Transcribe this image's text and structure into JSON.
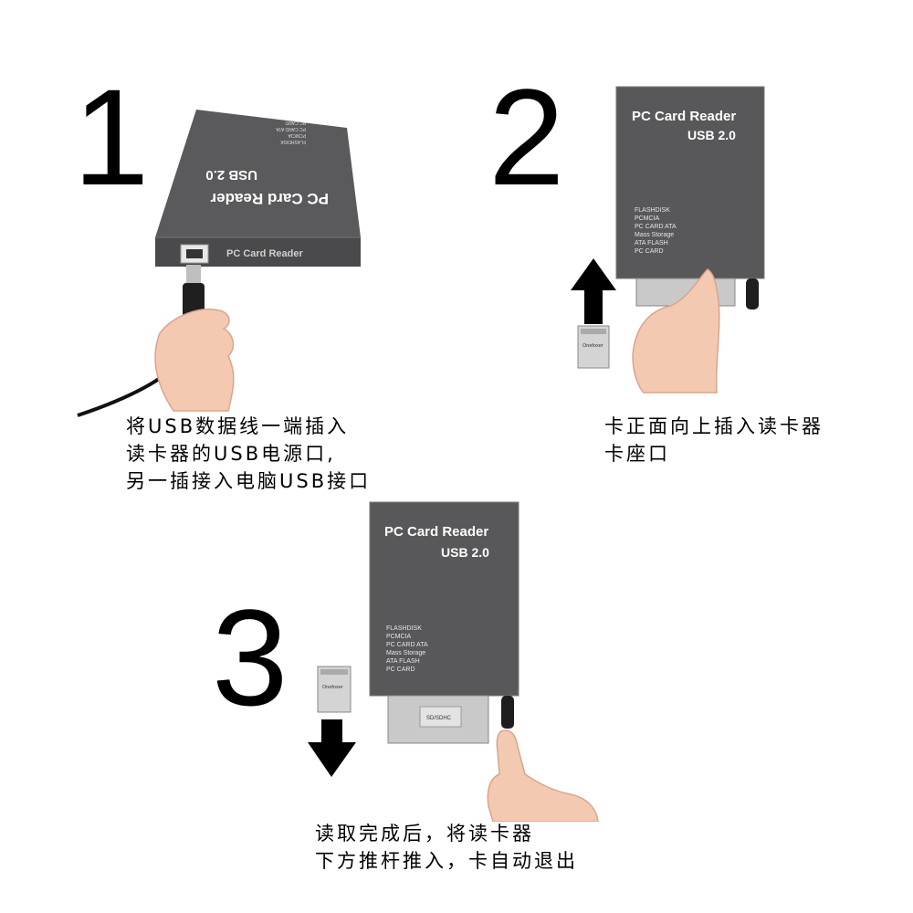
{
  "steps": [
    {
      "number": "1",
      "caption": [
        "将USB数据线一端插入",
        "读卡器的USB电源口,",
        "另一插接入电脑USB接口"
      ]
    },
    {
      "number": "2",
      "caption": [
        "卡正面向上插入读卡器",
        "卡座口"
      ]
    },
    {
      "number": "3",
      "caption": [
        "读取完成后，将读卡器",
        "下方推杆推入，卡自动退出"
      ]
    }
  ],
  "device": {
    "title": "PC Card Reader",
    "usb": "USB 2.0",
    "front_label": "PC Card Reader",
    "features": [
      "FLASHDISK",
      "PCMCIA",
      "PC CARD ATA",
      "Mass Storage",
      "ATA FLASH",
      "PC CARD"
    ]
  },
  "card": {
    "label": "Onefoxer",
    "adapter_label": "SD/SDHC"
  },
  "colors": {
    "device_body": "#58585a",
    "device_text": "#ffffff",
    "arrow": "#000000",
    "skin": "#f4c9b2",
    "card_metal": "#c9c9c9"
  }
}
